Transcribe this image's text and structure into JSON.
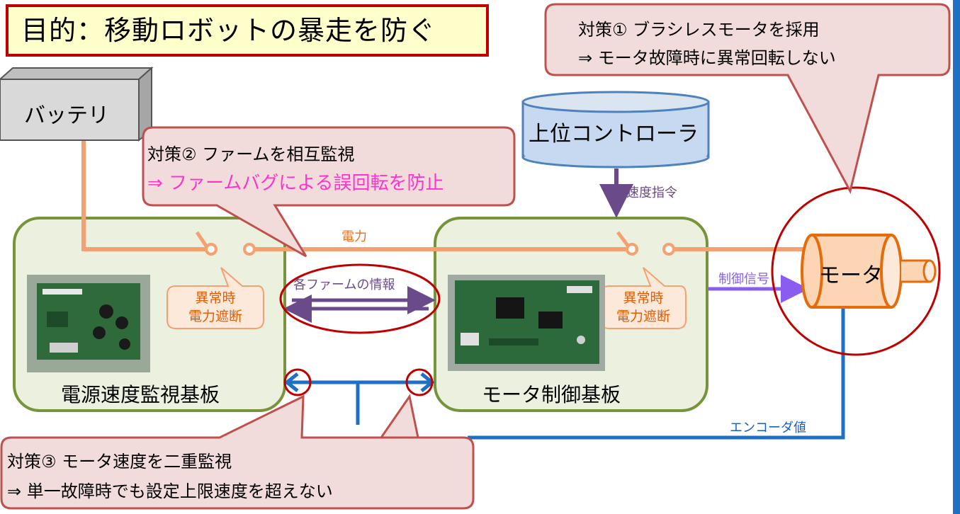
{
  "title": "目的：移動ロボットの暴走を防ぐ",
  "battery": {
    "label": "バッテリ"
  },
  "controller": {
    "label": "上位コントローラ"
  },
  "motor": {
    "label": "モータ"
  },
  "boards": {
    "power_monitor": "電源速度監視基板",
    "motor_control": "モータ制御基板"
  },
  "signals": {
    "power": "電力",
    "speed_command": "速度指令",
    "control_signal": "制御信号",
    "firmware_info": "各ファームの情報",
    "encoder": "エンコーダ値"
  },
  "cutoff_bubbles": {
    "line1": "異常時",
    "line2": "電力遮断"
  },
  "measures": {
    "m1": {
      "line1": "対策① ブラシレスモータを採用",
      "line2": "⇒ モータ故障時に異常回転しない"
    },
    "m2": {
      "line1": "対策② ファームを相互監視",
      "line2": "⇒ ファームバグによる誤回転を防止"
    },
    "m3": {
      "line1": "対策③ モータ速度を二重監視",
      "line2": "⇒ 単一故障時でも設定上限速度を超えない"
    }
  },
  "colors": {
    "power_line": "#f4a070",
    "callout_fill": "#f2dcdb",
    "callout_border": "#c0504d",
    "board_fill": "#ebf1de",
    "board_border": "#77933c",
    "motor_fill": "#fcd5b5",
    "motor_border": "#e46c0a",
    "controller_fill": "#c6d9f1",
    "encoder_line": "#1f6fc5",
    "firmware_arrow": "#6b4a8a",
    "control_arrow": "#8b5cf0",
    "pink_text": "#ff33cc"
  }
}
